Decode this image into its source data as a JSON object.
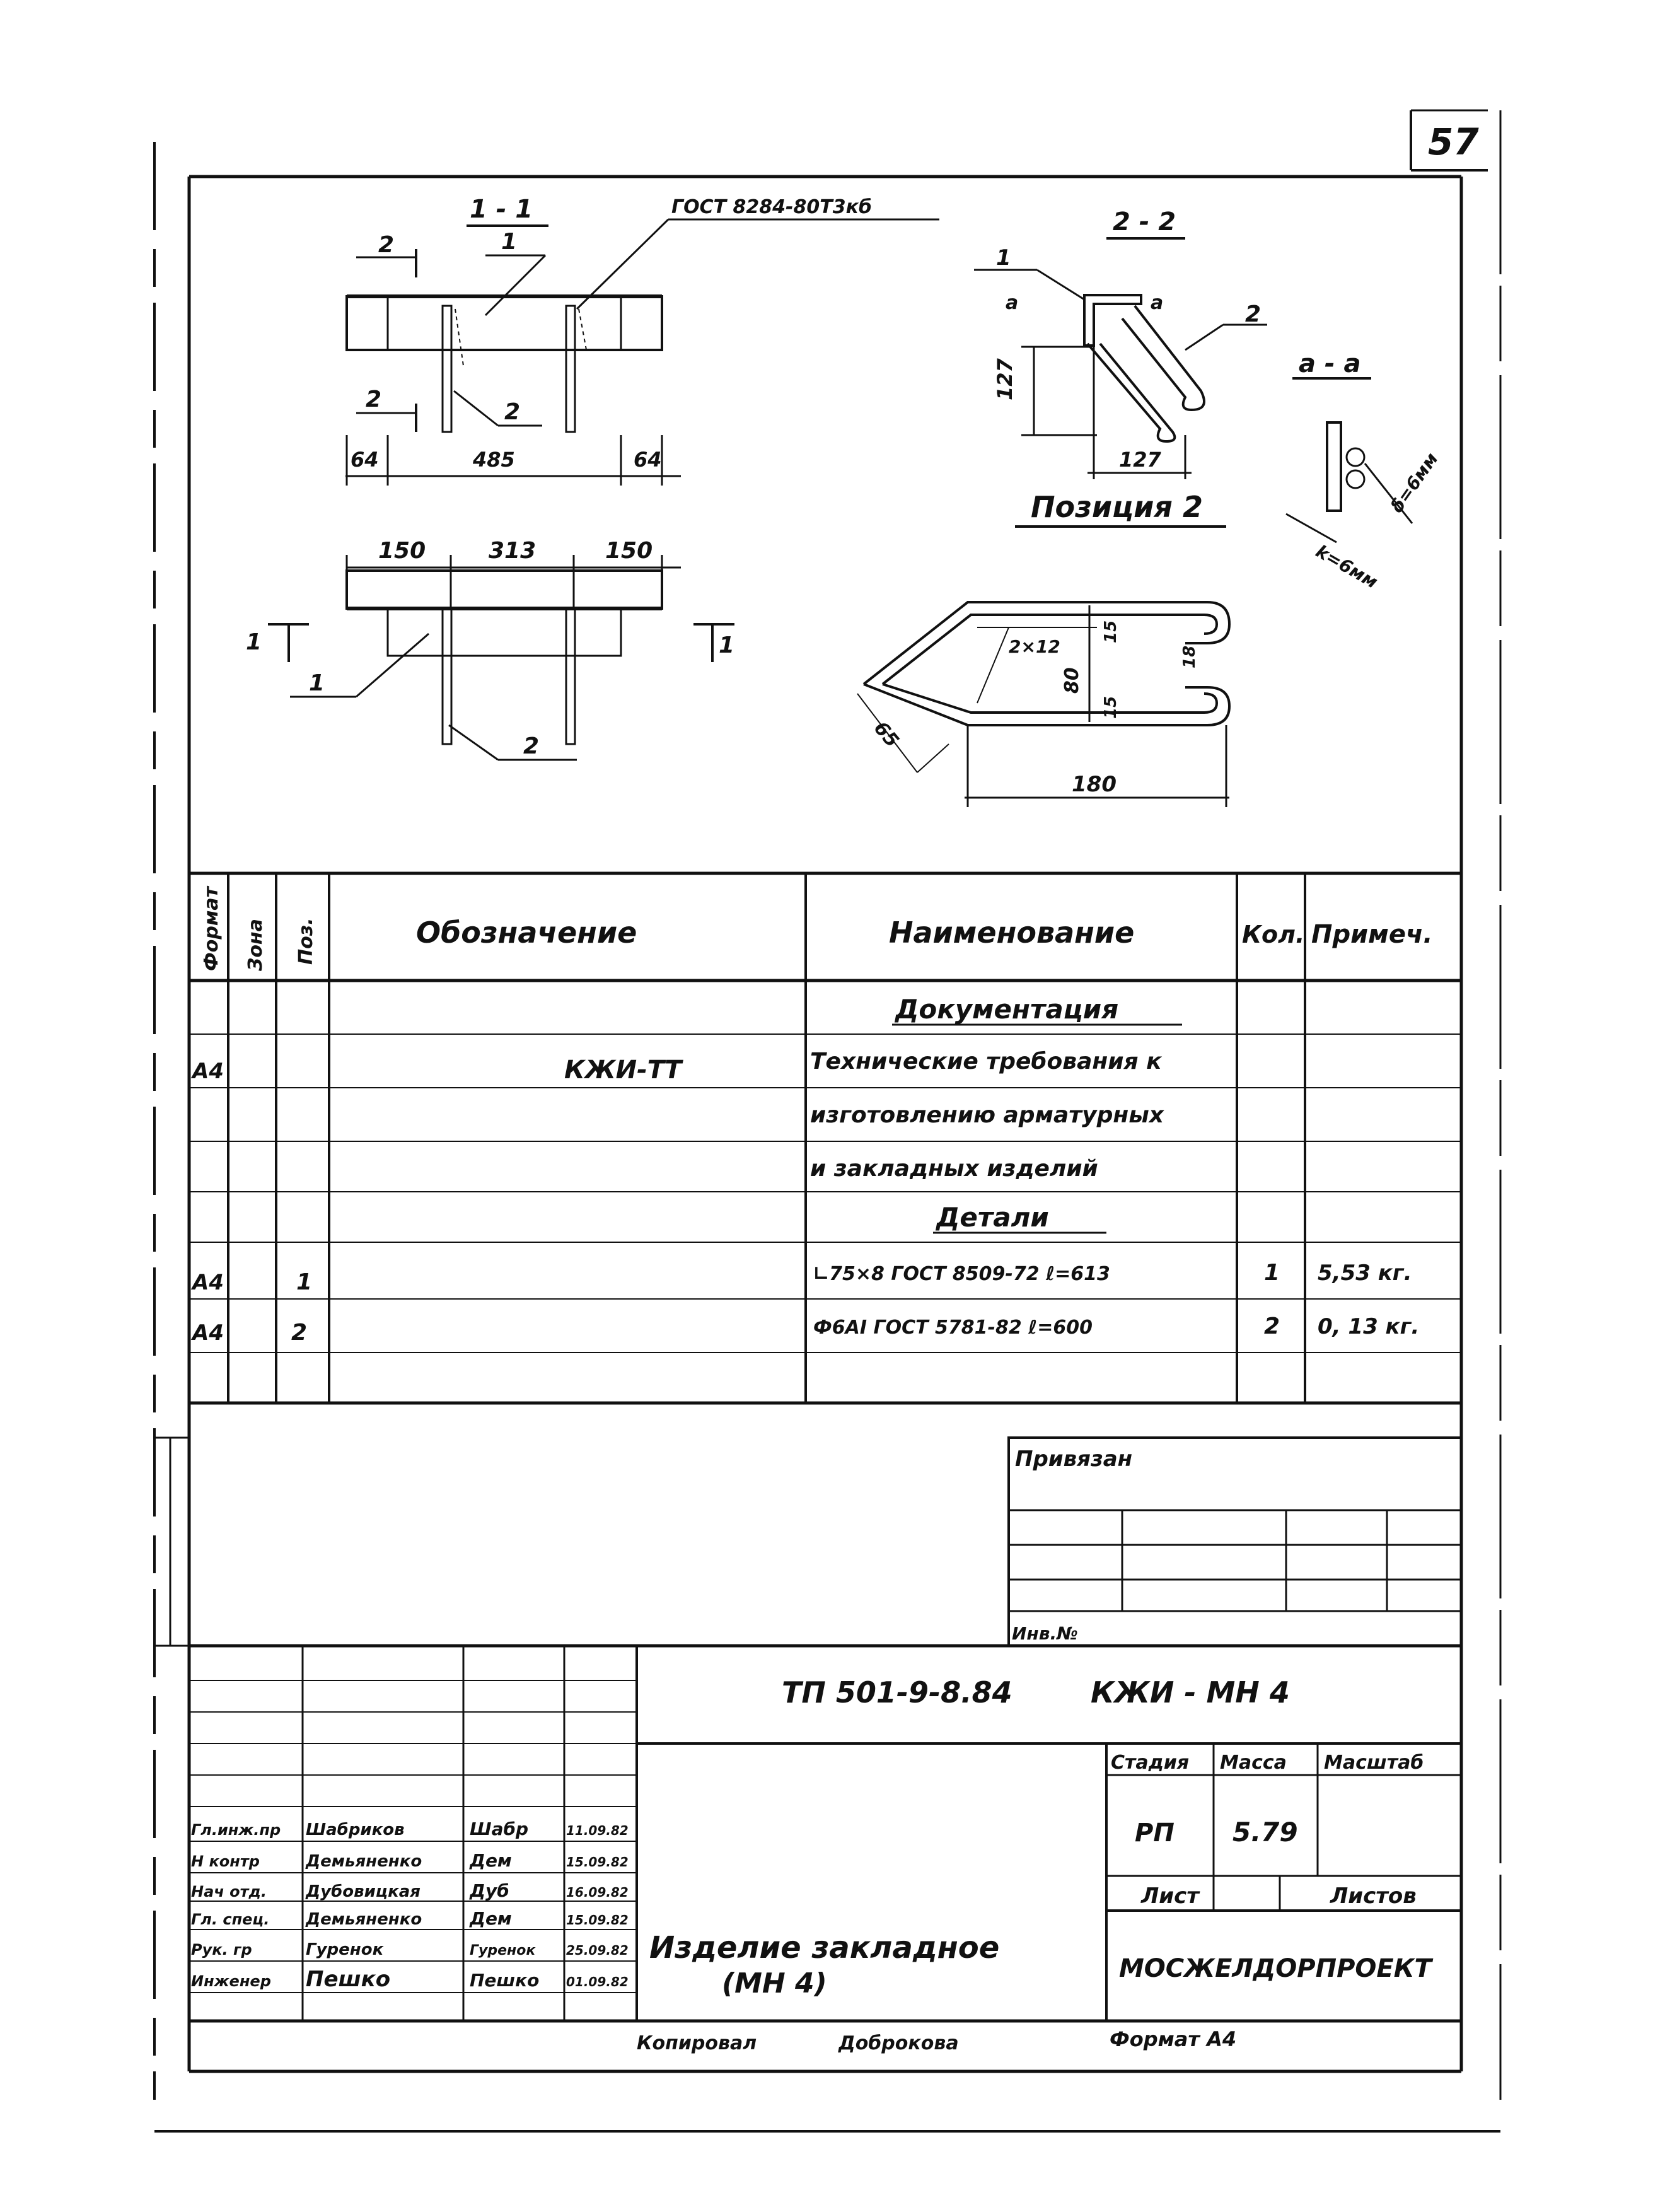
{
  "sheet_number": "57",
  "drawing": {
    "section_1": {
      "title": "1 - 1",
      "gost_note": "ГОСТ 8284-80Т3кб",
      "dims": [
        "64",
        "485",
        "64"
      ],
      "labels": [
        "1",
        "2",
        "2",
        "2"
      ]
    },
    "plan": {
      "dims": [
        "150",
        "313",
        "150"
      ],
      "labels": [
        "1",
        "1",
        "1",
        "2"
      ]
    },
    "section_2": {
      "title": "2 - 2",
      "labels": [
        "1",
        "a",
        "a",
        "2"
      ],
      "dims": [
        "127",
        "127"
      ]
    },
    "detail_aa": {
      "title": "a - a",
      "dims": [
        "δ=6мм",
        "k=6мм"
      ]
    },
    "position_2": {
      "title": "Позиция 2",
      "dims": [
        "2×12",
        "80",
        "15",
        "18",
        "15",
        "65",
        "180"
      ]
    }
  },
  "spec": {
    "headers": {
      "format": "Формат",
      "zone": "Зона",
      "pos": "Поз.",
      "designation": "Обозначение",
      "name": "Наименование",
      "qty": "Кол.",
      "note": "Примеч."
    },
    "section_docs": "Документация",
    "doc_row": {
      "format": "А4",
      "designation": "КЖИ-ТТ",
      "name_lines": [
        "Технические требования к",
        "изготовлению арматурных",
        "и закладных изделий"
      ]
    },
    "section_parts": "Детали",
    "rows": [
      {
        "format": "А4",
        "pos": "1",
        "name": "∟75×8 ГОСТ 8509-72 ℓ=613",
        "qty": "1",
        "note": "5,53 кг."
      },
      {
        "format": "А4",
        "pos": "2",
        "name": "Ф6АI ГОСТ 5781-82 ℓ=600",
        "qty": "2",
        "note": "0, 13 кг."
      }
    ]
  },
  "binding": {
    "title": "Привязан",
    "inv": "Инв.№"
  },
  "title_block": {
    "project": "ТП 501-9-8.84",
    "code": "КЖИ - МН 4",
    "stage_h": "Стадия",
    "mass_h": "Масса",
    "scale_h": "Масштаб",
    "stage": "РП",
    "mass": "5.79",
    "sheet_h": "Лист",
    "sheets_h": "Листов",
    "name_line1": "Изделие закладное",
    "name_line2": "(МН 4)",
    "org": "МОСЖЕЛДОРПРОЕКТ",
    "staff": [
      {
        "role": "Гл.инж.пр",
        "name": "Шабриков",
        "sign": "Шабр",
        "date": "11.09.82"
      },
      {
        "role": "Н контр",
        "name": "Демьяненко",
        "sign": "Дем",
        "date": "15.09.82"
      },
      {
        "role": "Нач отд.",
        "name": "Дубовицкая",
        "sign": "Дуб",
        "date": "16.09.82"
      },
      {
        "role": "Гл. спец.",
        "name": "Демьяненко",
        "sign": "Дем",
        "date": "15.09.82"
      },
      {
        "role": "Рук. гр",
        "name": "Гуренок",
        "sign": "Гуренок",
        "date": "25.09.82"
      },
      {
        "role": "Инженер",
        "name": "Пешко",
        "sign": "Пешко",
        "date": "01.09.82"
      }
    ],
    "copied_label": "Копировал",
    "copied_name": "Доброкова",
    "format_label": "Формат А4"
  }
}
